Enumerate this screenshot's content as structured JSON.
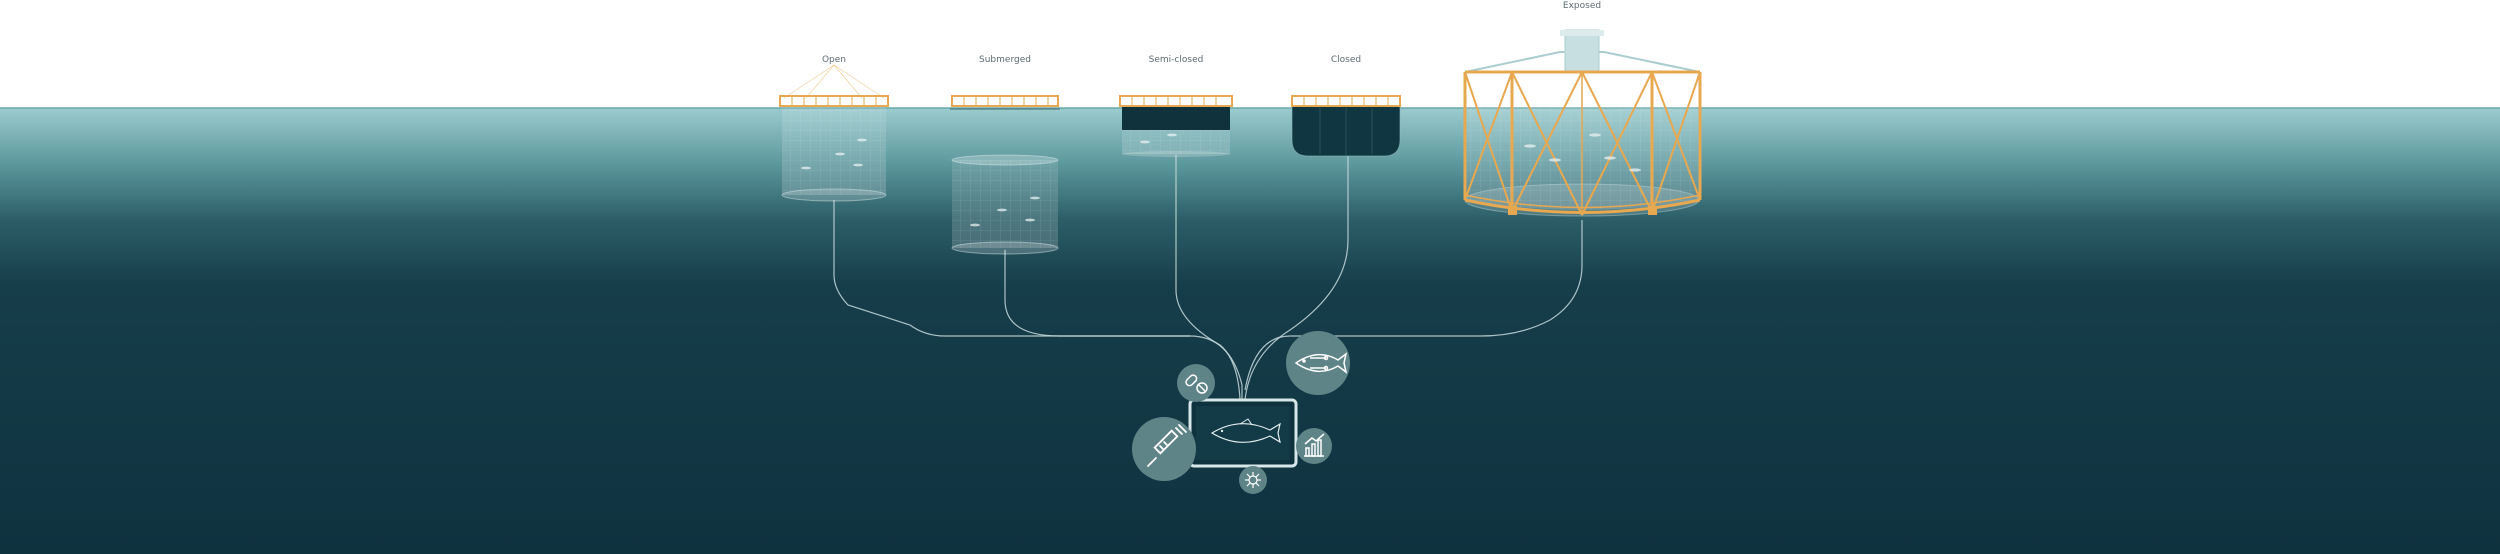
{
  "labels": {
    "open": "Open",
    "submerged": "Submerged",
    "semi_closed": "Semi-closed",
    "closed": "Closed",
    "exposed": "Exposed"
  },
  "colors": {
    "sky": "#ffffff",
    "water_top": "#8ec1c5",
    "water_deep": "#0f323f",
    "frame": "#e7a84f",
    "line": "#c7dadd",
    "icon_bg": "#5f8488"
  },
  "icons": [
    "syringe-icon",
    "pills-icon",
    "monitor-fish-icon",
    "tech-fish-icon",
    "chart-icon",
    "virus-icon"
  ]
}
